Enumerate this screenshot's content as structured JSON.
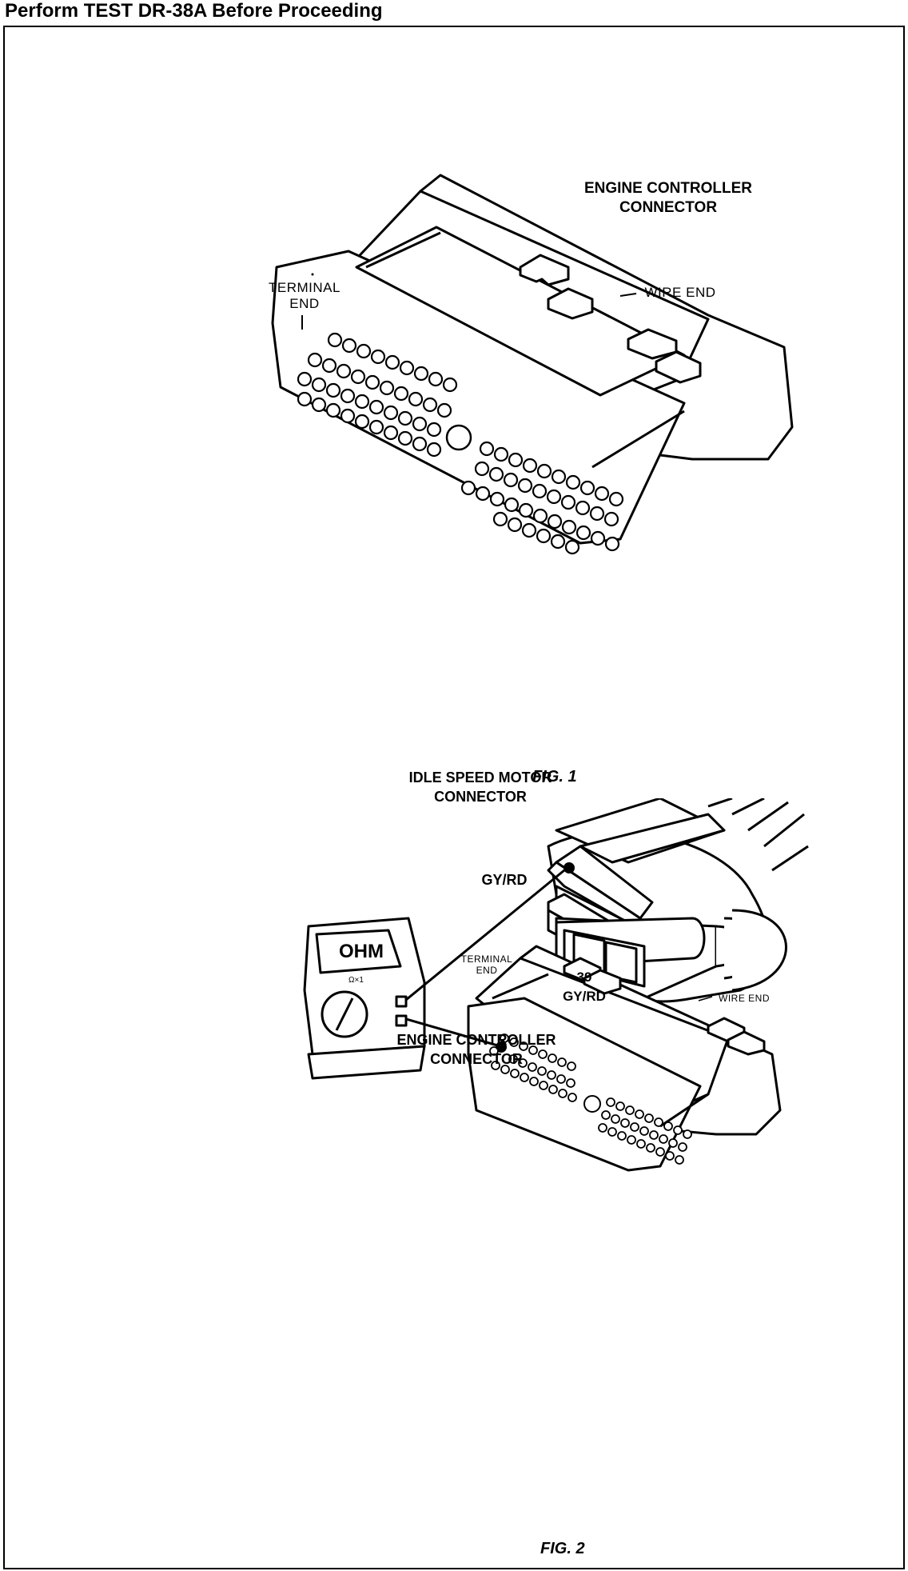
{
  "header": {
    "title": "Perform TEST DR-38A Before Proceeding"
  },
  "figure1": {
    "caption": "FIG. 1",
    "engine_controller_label": "ENGINE CONTROLLER CONNECTOR",
    "terminal_end_label": "TERMINAL END",
    "wire_end_label": "WIRE END"
  },
  "figure2": {
    "caption": "FIG. 2",
    "idle_speed_motor_label": "IDLE SPEED MOTOR CONNECTOR",
    "gy_rd_label": "GY/RD",
    "meter_display": "OHM",
    "meter_range": "Ω×1",
    "terminal_end_label": "TERMINAL END",
    "wire_end_label": "WIRE END",
    "pin_label": "39 GY/RD",
    "engine_controller_label": "ENGINE CONTROLLER CONNECTOR"
  }
}
